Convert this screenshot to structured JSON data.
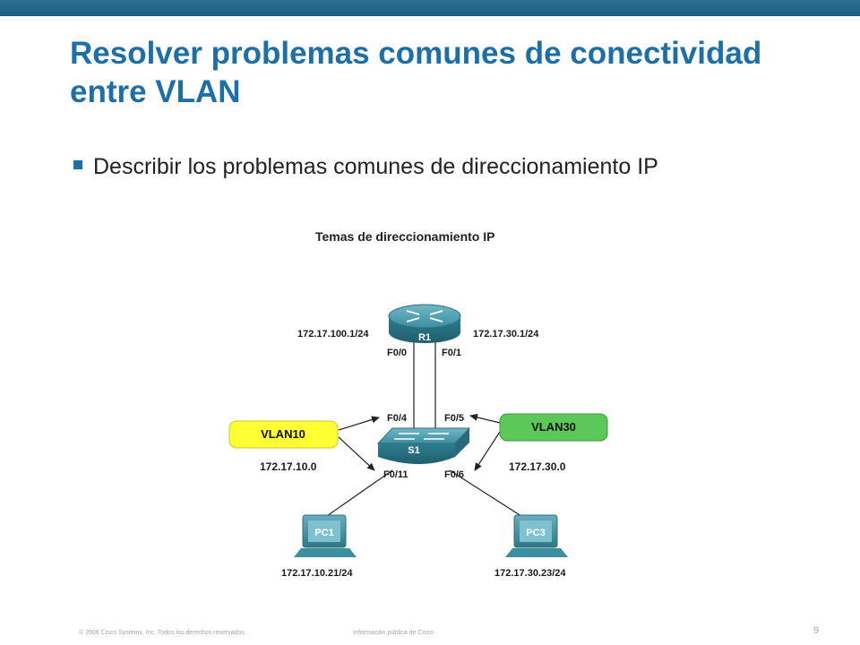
{
  "slide": {
    "title": "Resolver problemas comunes de conectividad entre VLAN",
    "bullet": "Describir los problemas comunes de direccionamiento IP"
  },
  "diagram": {
    "title": "Temas de direccionamiento IP",
    "router": {
      "name": "R1",
      "left_ip": "172.17.100.1/24",
      "right_ip": "172.17.30.1/24",
      "port_left": "F0/0",
      "port_right": "F0/1"
    },
    "switch": {
      "name": "S1",
      "port_top_left": "F0/4",
      "port_top_right": "F0/5",
      "port_bottom_left": "F0/11",
      "port_bottom_right": "F0/6"
    },
    "vlans": [
      {
        "label": "VLAN10",
        "network": "172.17.10.0",
        "color": "#ffff33"
      },
      {
        "label": "VLAN30",
        "network": "172.17.30.0",
        "color": "#5cc85a"
      }
    ],
    "pcs": [
      {
        "name": "PC1",
        "ip": "172.17.10.21/24"
      },
      {
        "name": "PC3",
        "ip": "172.17.30.23/24"
      }
    ]
  },
  "footer": {
    "copyright": "© 2006 Cisco Systems, Inc. Todos los derechos reservados.",
    "info": "Información pública de Cisco",
    "page": "9"
  },
  "colors": {
    "accent": "#1d6fa8",
    "topbar": "#1d5a82",
    "device": "#3c8ea0"
  }
}
